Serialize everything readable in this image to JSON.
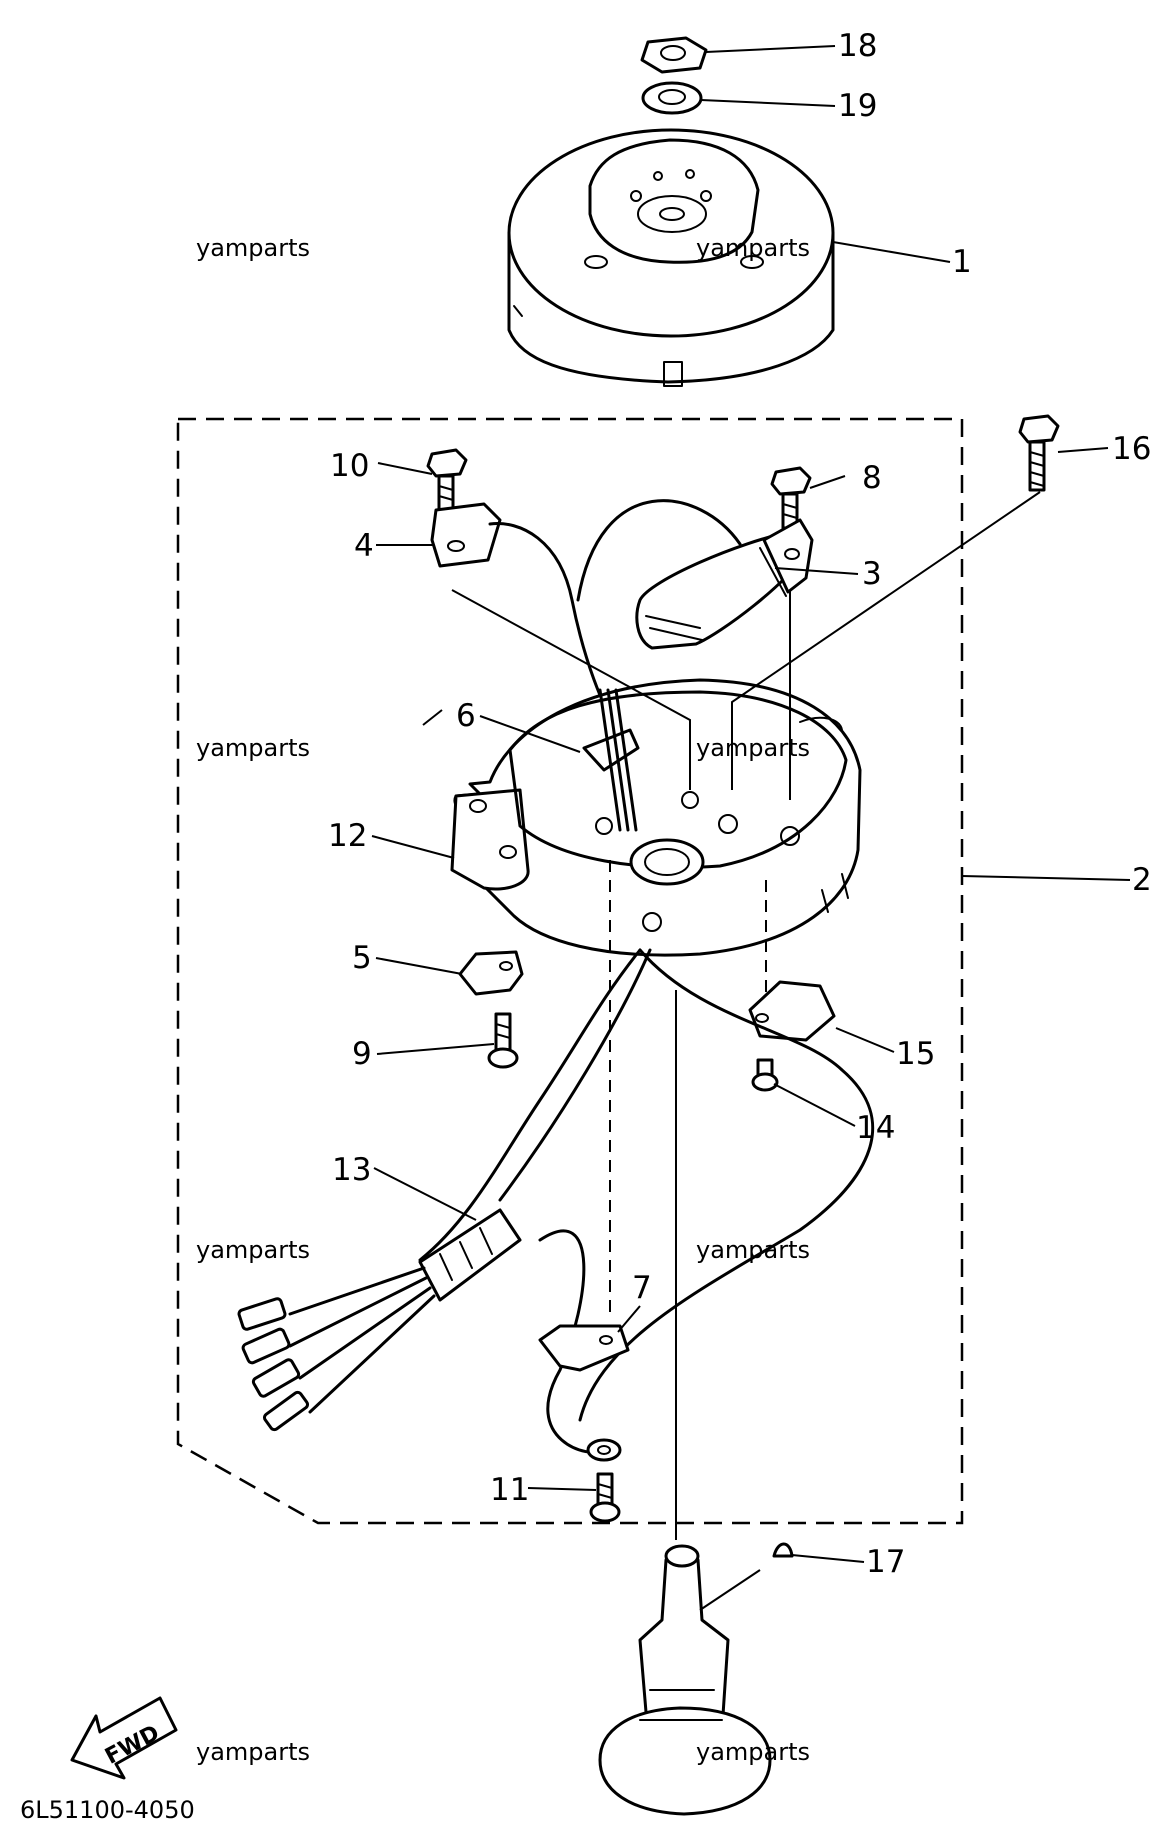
{
  "callouts": {
    "c1": "1",
    "c2": "2",
    "c3": "3",
    "c4": "4",
    "c5": "5",
    "c6": "6",
    "c7": "7",
    "c8": "8",
    "c9": "9",
    "c10": "10",
    "c11": "11",
    "c12": "12",
    "c13": "13",
    "c14": "14",
    "c15": "15",
    "c16": "16",
    "c17": "17",
    "c18": "18",
    "c19": "19"
  },
  "watermark": "yamparts",
  "direction_label": "FWD",
  "drawing_code": "6L51100-4050"
}
